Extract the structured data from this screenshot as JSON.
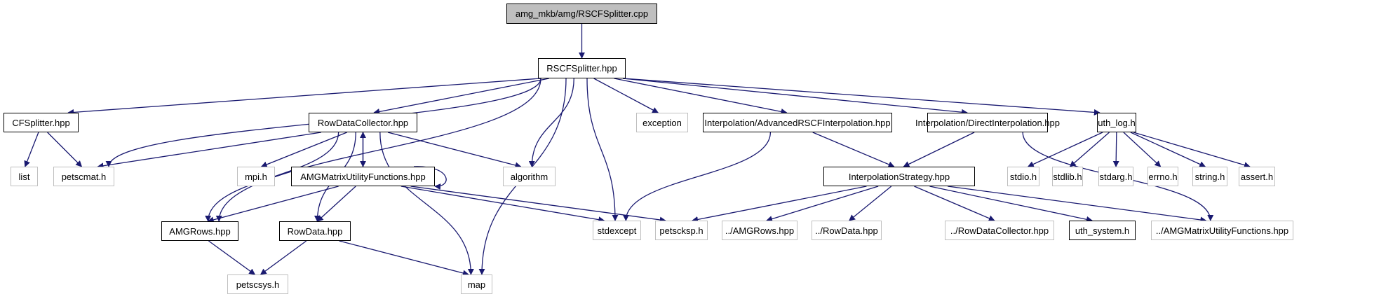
{
  "graph": {
    "title": "amg_mkb/amg/RSCFSplitter.cpp",
    "edge_color": "#191970",
    "nodes": [
      {
        "id": "cpp",
        "label": "amg_mkb/amg/RSCFSplitter.cpp",
        "kind": "root"
      },
      {
        "id": "rscf",
        "label": "RSCFSplitter.hpp",
        "kind": "doc"
      },
      {
        "id": "cfs",
        "label": "CFSplitter.hpp",
        "kind": "doc"
      },
      {
        "id": "list",
        "label": "list",
        "kind": "ext"
      },
      {
        "id": "petscmat",
        "label": "petscmat.h",
        "kind": "ext"
      },
      {
        "id": "rdc",
        "label": "RowDataCollector.hpp",
        "kind": "doc"
      },
      {
        "id": "mpi",
        "label": "mpi.h",
        "kind": "ext"
      },
      {
        "id": "amu",
        "label": "AMGMatrixUtilityFunctions.hpp",
        "kind": "doc"
      },
      {
        "id": "algorithm",
        "label": "algorithm",
        "kind": "ext"
      },
      {
        "id": "exception",
        "label": "exception",
        "kind": "ext"
      },
      {
        "id": "adv",
        "label": "Interpolation/AdvancedRSCFInterpolation.hpp",
        "kind": "doc"
      },
      {
        "id": "direct",
        "label": "Interpolation/DirectInterpolation.hpp",
        "kind": "doc"
      },
      {
        "id": "uthlog",
        "label": "uth_log.h",
        "kind": "doc"
      },
      {
        "id": "istrat",
        "label": "InterpolationStrategy.hpp",
        "kind": "doc"
      },
      {
        "id": "stdio",
        "label": "stdio.h",
        "kind": "ext"
      },
      {
        "id": "stdlib",
        "label": "stdlib.h",
        "kind": "ext"
      },
      {
        "id": "stdarg",
        "label": "stdarg.h",
        "kind": "ext"
      },
      {
        "id": "errno",
        "label": "errno.h",
        "kind": "ext"
      },
      {
        "id": "string",
        "label": "string.h",
        "kind": "ext"
      },
      {
        "id": "assert",
        "label": "assert.h",
        "kind": "ext"
      },
      {
        "id": "amgrows",
        "label": "AMGRows.hpp",
        "kind": "doc"
      },
      {
        "id": "rowdata",
        "label": "RowData.hpp",
        "kind": "doc"
      },
      {
        "id": "stdexcept",
        "label": "stdexcept",
        "kind": "ext"
      },
      {
        "id": "petscksp",
        "label": "petscksp.h",
        "kind": "ext"
      },
      {
        "id": "ramgrows",
        "label": "../AMGRows.hpp",
        "kind": "ext"
      },
      {
        "id": "rrowdata",
        "label": "../RowData.hpp",
        "kind": "ext"
      },
      {
        "id": "rrdc",
        "label": "../RowDataCollector.hpp",
        "kind": "ext"
      },
      {
        "id": "uthsys",
        "label": "uth_system.h",
        "kind": "doc"
      },
      {
        "id": "ramu",
        "label": "../AMGMatrixUtilityFunctions.hpp",
        "kind": "ext"
      },
      {
        "id": "petscsys",
        "label": "petscsys.h",
        "kind": "ext"
      },
      {
        "id": "map",
        "label": "map",
        "kind": "ext"
      }
    ],
    "edges": [
      [
        "cpp",
        "rscf"
      ],
      [
        "rscf",
        "cfs"
      ],
      [
        "rscf",
        "petscmat"
      ],
      [
        "rscf",
        "rdc"
      ],
      [
        "rscf",
        "amgrows"
      ],
      [
        "rscf",
        "algorithm"
      ],
      [
        "rscf",
        "map"
      ],
      [
        "rscf",
        "stdexcept"
      ],
      [
        "rscf",
        "exception"
      ],
      [
        "rscf",
        "adv"
      ],
      [
        "rscf",
        "direct"
      ],
      [
        "rscf",
        "uthlog"
      ],
      [
        "cfs",
        "list"
      ],
      [
        "cfs",
        "petscmat"
      ],
      [
        "rdc",
        "petscmat"
      ],
      [
        "rdc",
        "mpi"
      ],
      [
        "rdc",
        "amu"
      ],
      [
        "rdc",
        "algorithm"
      ],
      [
        "rdc",
        "amgrows"
      ],
      [
        "rdc",
        "rowdata"
      ],
      [
        "rdc",
        "map"
      ],
      [
        "amu",
        "rdc"
      ],
      [
        "amu",
        "amu"
      ],
      [
        "amu",
        "amgrows"
      ],
      [
        "amu",
        "rowdata"
      ],
      [
        "amu",
        "stdexcept"
      ],
      [
        "amu",
        "petscksp"
      ],
      [
        "amgrows",
        "petscsys"
      ],
      [
        "rowdata",
        "petscsys"
      ],
      [
        "rowdata",
        "map"
      ],
      [
        "adv",
        "stdexcept"
      ],
      [
        "adv",
        "istrat"
      ],
      [
        "direct",
        "istrat"
      ],
      [
        "direct",
        "ramu"
      ],
      [
        "istrat",
        "petscksp"
      ],
      [
        "istrat",
        "ramgrows"
      ],
      [
        "istrat",
        "rrowdata"
      ],
      [
        "istrat",
        "rrdc"
      ],
      [
        "istrat",
        "uthsys"
      ],
      [
        "istrat",
        "ramu"
      ],
      [
        "uthlog",
        "stdio"
      ],
      [
        "uthlog",
        "stdlib"
      ],
      [
        "uthlog",
        "stdarg"
      ],
      [
        "uthlog",
        "errno"
      ],
      [
        "uthlog",
        "string"
      ],
      [
        "uthlog",
        "assert"
      ]
    ]
  }
}
